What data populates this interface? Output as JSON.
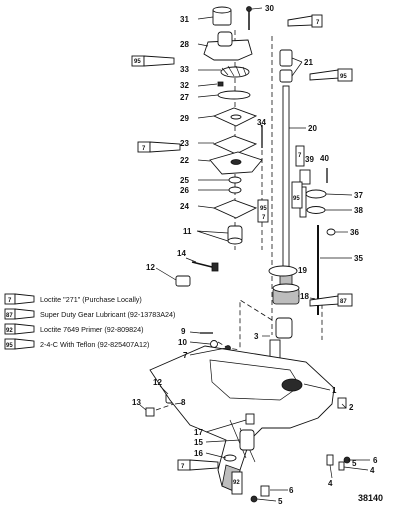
{
  "figure_number": "38140",
  "part_numbers": [
    "1",
    "2",
    "3",
    "4",
    "5",
    "6",
    "7",
    "8",
    "9",
    "10",
    "11",
    "12",
    "13",
    "14",
    "15",
    "16",
    "17",
    "18",
    "19",
    "20",
    "21",
    "22",
    "23",
    "24",
    "25",
    "26",
    "27",
    "28",
    "29",
    "30",
    "31",
    "32",
    "33",
    "34",
    "35",
    "36",
    "37",
    "38",
    "39",
    "40"
  ],
  "tube_codes": {
    "loctite_271": "7",
    "super_duty": "87",
    "primer": "92",
    "teflon": "95"
  },
  "legend": [
    {
      "code": "7",
      "text": "Loctite \"271\" (Purchase Locally)"
    },
    {
      "code": "87",
      "text": "Super Duty Gear Lubricant (92-13783A24)"
    },
    {
      "code": "92",
      "text": "Loctite 7649 Primer (92-809824)"
    },
    {
      "code": "95",
      "text": "2-4-C With Teflon (92-825407A12)"
    }
  ]
}
